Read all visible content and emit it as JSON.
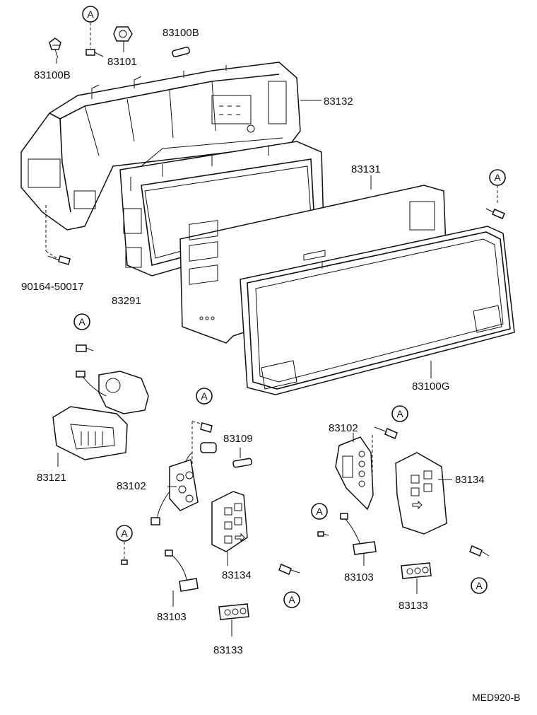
{
  "diagram": {
    "ref_marker": "A",
    "drawing_code": "MED920-B",
    "labels": {
      "p83100B_left": "83100B",
      "p83101": "83101",
      "p83100B_top": "83100B",
      "p83132": "83132",
      "p83131": "83131",
      "p90164": "90164-50017",
      "p83291": "83291",
      "p83100G": "83100G",
      "p83109": "83109",
      "p83102_left": "83102",
      "p83102_right": "83102",
      "p83121": "83121",
      "p83134_left": "83134",
      "p83134_right": "83134",
      "p83103_left": "83103",
      "p83103_mid": "83103",
      "p83133_left": "83133",
      "p83133_right": "83133"
    }
  }
}
